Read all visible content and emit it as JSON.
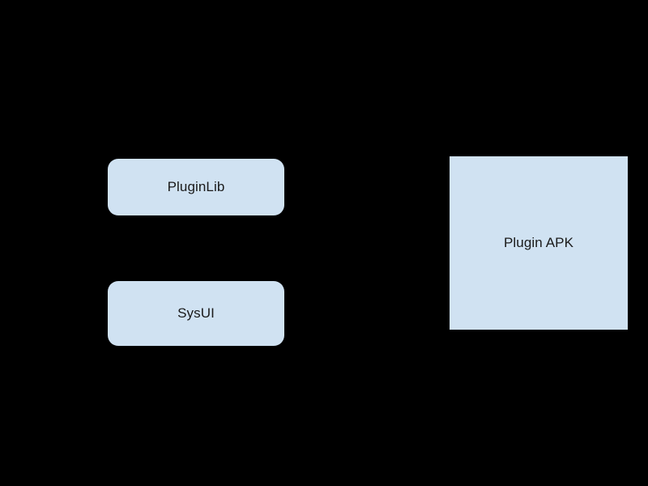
{
  "diagram": {
    "background_color": "#000000",
    "node_fill_color": "#d0e2f2",
    "node_text_color": "#1a1a1a",
    "nodes": [
      {
        "id": "pluginlib",
        "label": "PluginLib",
        "shape": "rounded-rectangle"
      },
      {
        "id": "sysui",
        "label": "SysUI",
        "shape": "rounded-rectangle"
      },
      {
        "id": "plugin_apk",
        "label": "Plugin APK",
        "shape": "rectangle"
      }
    ]
  }
}
